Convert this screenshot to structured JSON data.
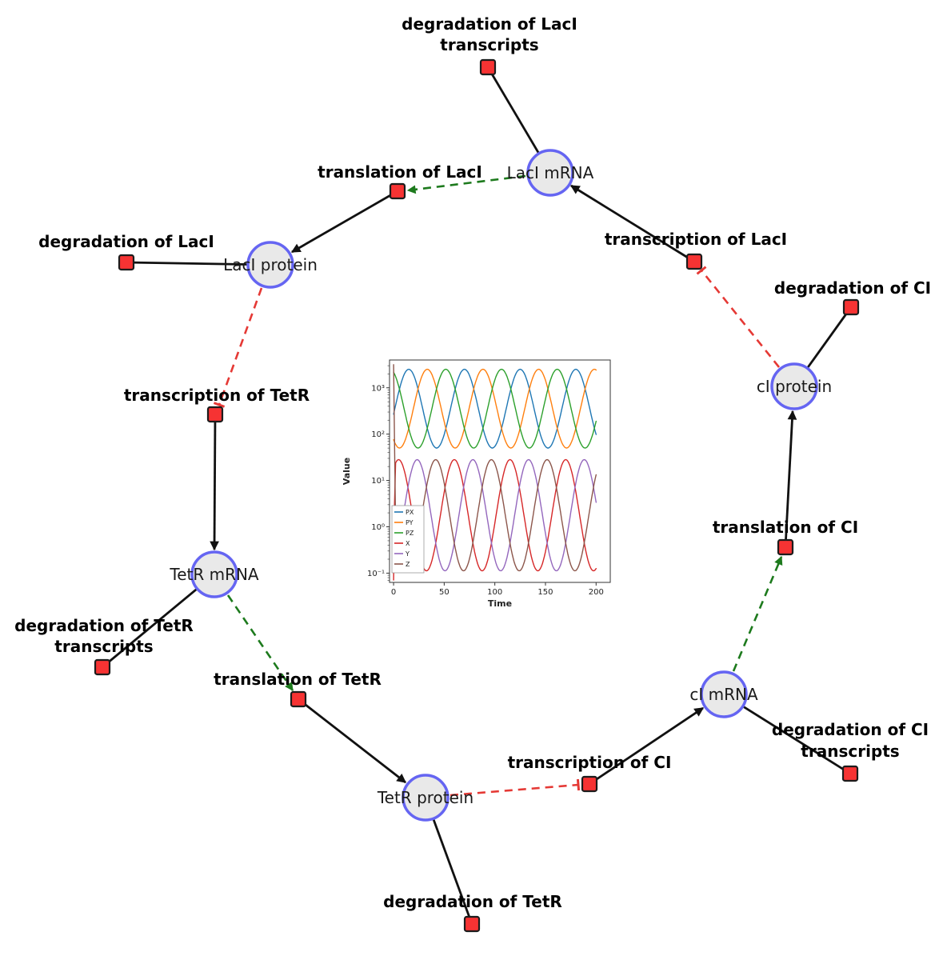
{
  "colors": {
    "species_fill": "#e9e9e9",
    "species_border": "#6565f2",
    "reaction_fill": "#f63333",
    "reaction_border": "#1c1c1c",
    "edge_black": "#111111",
    "activation_green": "#1d7a1d",
    "inhibition_red": "#e53935",
    "label_color": "#000000"
  },
  "network": {
    "species": {
      "laci_mrna": {
        "label": "LacI mRNA"
      },
      "laci_protein": {
        "label": "LacI protein"
      },
      "tetr_mrna": {
        "label": "TetR mRNA"
      },
      "tetr_protein": {
        "label": "TetR protein"
      },
      "ci_mrna": {
        "label": "cI mRNA"
      },
      "ci_protein": {
        "label": "cI protein"
      }
    },
    "reactions": {
      "deg_laci_transcripts": {
        "line1": "degradation of LacI",
        "line2": "transcripts"
      },
      "translation_laci": {
        "label": "translation of LacI"
      },
      "transcription_laci": {
        "label": "transcription of LacI"
      },
      "deg_laci": {
        "label": "degradation of LacI"
      },
      "transcription_tetr": {
        "label": "transcription of TetR"
      },
      "deg_tetr_transcripts": {
        "line1": "degradation of TetR",
        "line2": "transcripts"
      },
      "translation_tetr": {
        "label": "translation of TetR"
      },
      "deg_tetr": {
        "label": "degradation of TetR"
      },
      "transcription_ci": {
        "label": "transcription of CI"
      },
      "deg_ci_transcripts": {
        "line1": "degradation of CI",
        "line2": "transcripts"
      },
      "translation_ci": {
        "label": "translation of CI"
      },
      "deg_ci": {
        "label": "degradation of CI"
      }
    }
  },
  "chart_data": {
    "type": "line",
    "title": "",
    "xlabel": "Time",
    "ylabel": "Value",
    "x_range": [
      0,
      200
    ],
    "x_ticks": [
      0,
      50,
      100,
      150,
      200
    ],
    "y_scale": "log",
    "y_tick_exponents": [
      -1,
      0,
      1,
      2,
      3
    ],
    "y_tick_labels": [
      "10⁻¹",
      "10⁰",
      "10¹",
      "10²",
      "10³"
    ],
    "ylim_log10": [
      -1.2,
      3.6
    ],
    "legend_position": "lower left",
    "grid": false,
    "period": 55,
    "series": [
      {
        "name": "PX",
        "color": "#1f77b4",
        "log10_center": 2.55,
        "log10_amplitude": 0.85,
        "peak_t": 15
      },
      {
        "name": "PY",
        "color": "#ff7f0e",
        "log10_center": 2.55,
        "log10_amplitude": 0.85,
        "peak_t": 33.3
      },
      {
        "name": "PZ",
        "color": "#2ca02c",
        "log10_center": 2.55,
        "log10_amplitude": 0.85,
        "peak_t": 51.6
      },
      {
        "name": "X",
        "color": "#d62728",
        "log10_center": 0.25,
        "log10_amplitude": 1.2,
        "peak_t": 5,
        "init_log10": -1.15,
        "init_t": 1.5
      },
      {
        "name": "Y",
        "color": "#9467bd",
        "log10_center": 0.25,
        "log10_amplitude": 1.2,
        "peak_t": 23.3
      },
      {
        "name": "Z",
        "color": "#8c564b",
        "log10_center": 0.25,
        "log10_amplitude": 1.2,
        "peak_t": 41.6,
        "init_log10": 3.5,
        "init_t": 2
      }
    ]
  }
}
